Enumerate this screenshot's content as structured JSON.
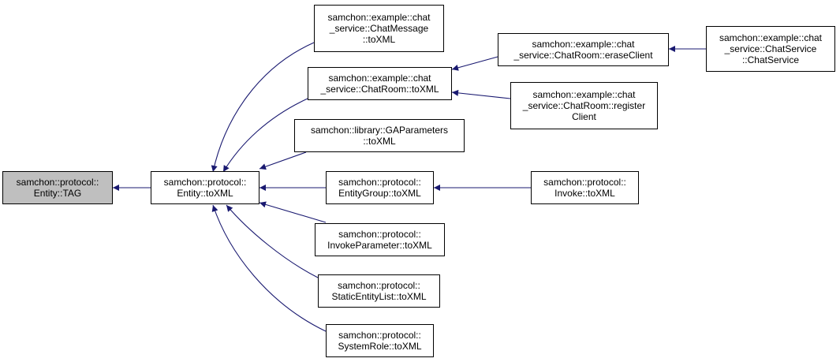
{
  "nodes": {
    "entity_tag": "samchon::protocol::\nEntity::TAG",
    "entity_toxml": "samchon::protocol::\nEntity::toXML",
    "chatmessage_toxml": "samchon::example::chat\n_service::ChatMessage\n::toXML",
    "chatroom_toxml": "samchon::example::chat\n_service::ChatRoom::toXML",
    "gaparameters_toxml": "samchon::library::GAParameters\n::toXML",
    "entitygroup_toxml": "samchon::protocol::\nEntityGroup::toXML",
    "invokeparameter_toxml": "samchon::protocol::\nInvokeParameter::toXML",
    "staticentitylist_toxml": "samchon::protocol::\nStaticEntityList::toXML",
    "systemrole_toxml": "samchon::protocol::\nSystemRole::toXML",
    "chatroom_eraseclient": "samchon::example::chat\n_service::ChatRoom::eraseClient",
    "chatroom_registerclient": "samchon::example::chat\n_service::ChatRoom::register\nClient",
    "invoke_toxml": "samchon::protocol::\nInvoke::toXML",
    "chatservice_chatservice": "samchon::example::chat\n_service::ChatService\n::ChatService"
  },
  "edges": [
    {
      "from": "entity_toxml",
      "to": "entity_tag"
    },
    {
      "from": "chatmessage_toxml",
      "to": "entity_toxml"
    },
    {
      "from": "chatroom_toxml",
      "to": "entity_toxml"
    },
    {
      "from": "gaparameters_toxml",
      "to": "entity_toxml"
    },
    {
      "from": "entitygroup_toxml",
      "to": "entity_toxml"
    },
    {
      "from": "invokeparameter_toxml",
      "to": "entity_toxml"
    },
    {
      "from": "staticentitylist_toxml",
      "to": "entity_toxml"
    },
    {
      "from": "systemrole_toxml",
      "to": "entity_toxml"
    },
    {
      "from": "chatroom_eraseclient",
      "to": "chatroom_toxml"
    },
    {
      "from": "chatroom_registerclient",
      "to": "chatroom_toxml"
    },
    {
      "from": "invoke_toxml",
      "to": "entitygroup_toxml"
    },
    {
      "from": "chatservice_chatservice",
      "to": "chatroom_eraseclient"
    }
  ],
  "colors": {
    "edge": "#191970",
    "root_fill": "#bfbfbf",
    "node_fill": "#ffffff"
  }
}
